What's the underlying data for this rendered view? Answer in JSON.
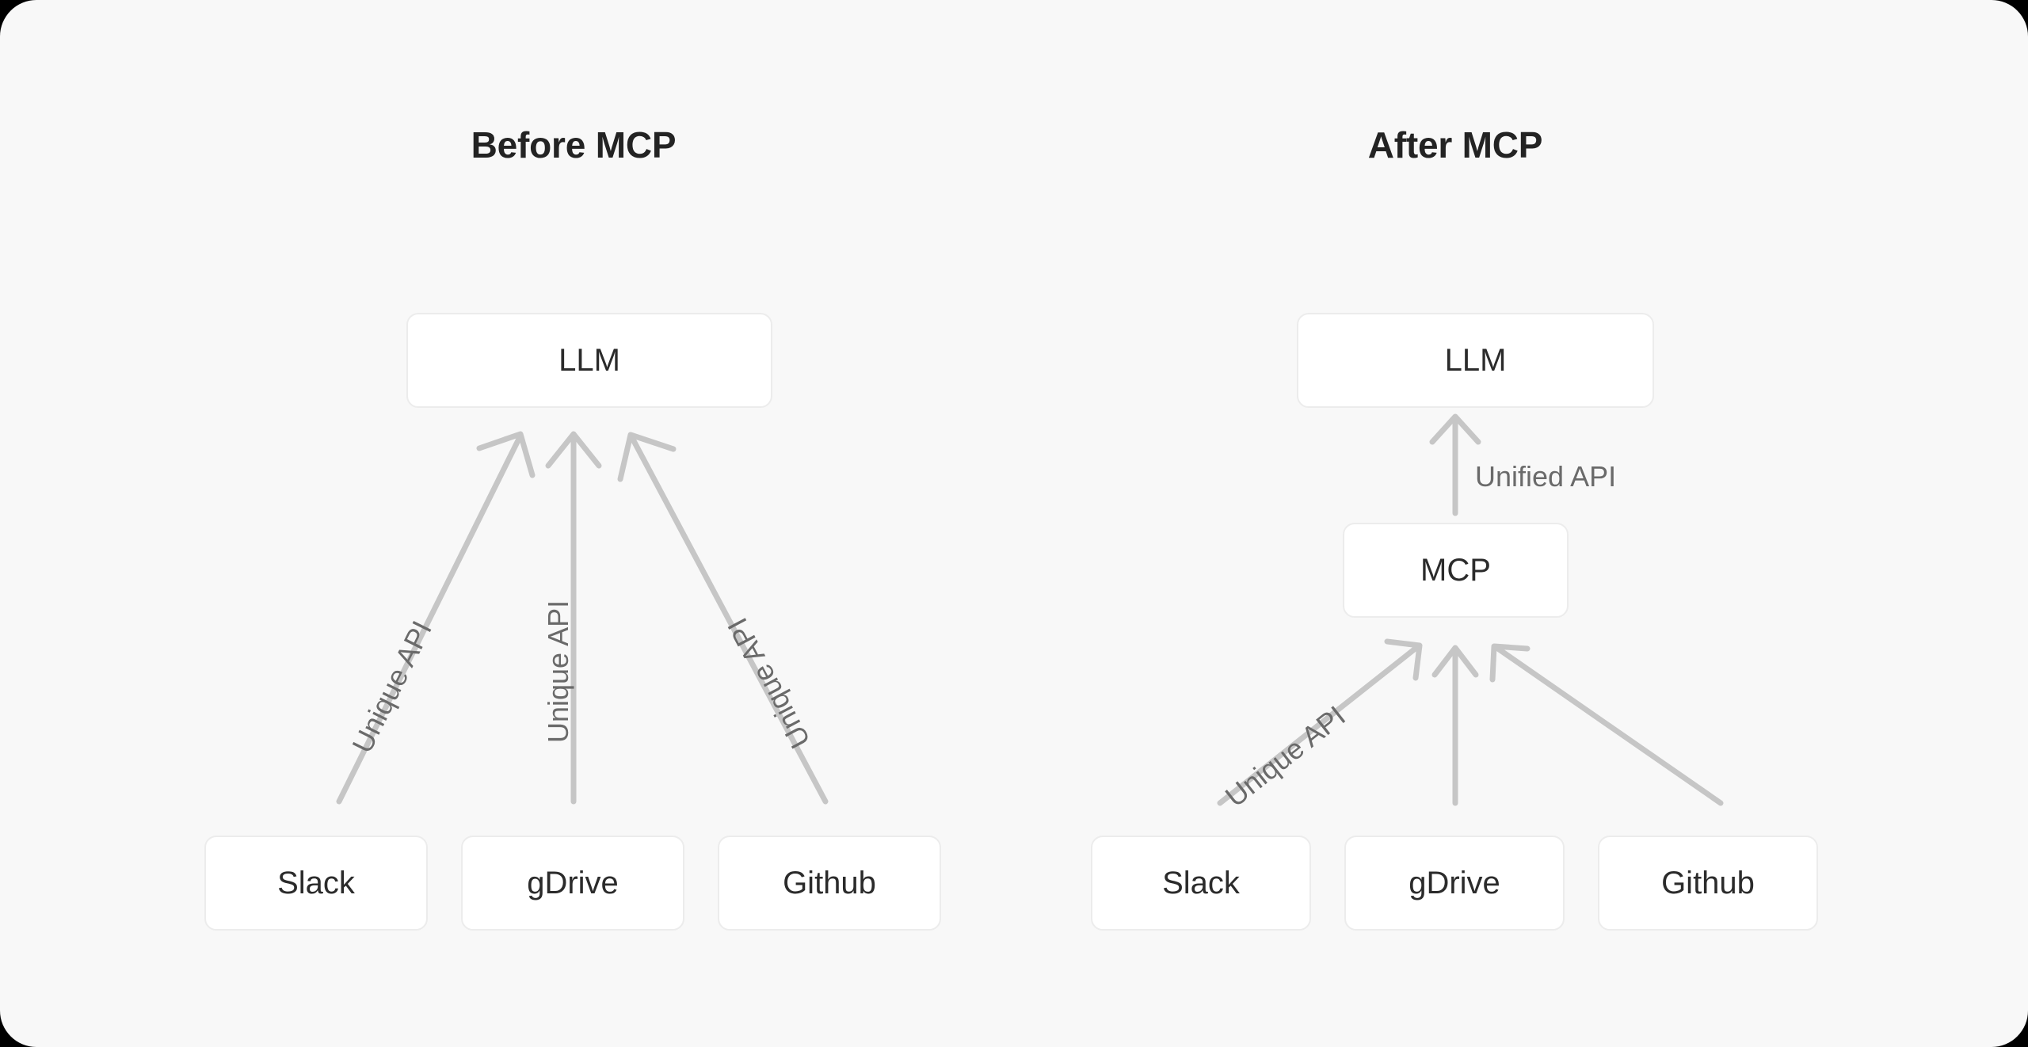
{
  "canvas": {
    "background_color": "#f8f8f8",
    "page_background_color": "#000000",
    "corner_radius": "46px"
  },
  "style": {
    "node_fill": "#ffffff",
    "node_border": "#ececec",
    "node_text_color": "#2b2b2b",
    "title_color": "#232323",
    "arrow_color": "#c6c6c6",
    "edge_label_color": "#6a6a6a"
  },
  "panels": [
    {
      "id": "before",
      "title": "Before MCP",
      "nodes": {
        "llm": "LLM",
        "sources": [
          "Slack",
          "gDrive",
          "Github"
        ]
      },
      "edges": [
        {
          "from": "Slack",
          "to": "LLM",
          "label": "Unique API"
        },
        {
          "from": "gDrive",
          "to": "LLM",
          "label": "Unique API"
        },
        {
          "from": "Github",
          "to": "LLM",
          "label": "Unique API"
        }
      ]
    },
    {
      "id": "after",
      "title": "After MCP",
      "nodes": {
        "llm": "LLM",
        "mcp": "MCP",
        "sources": [
          "Slack",
          "gDrive",
          "Github"
        ]
      },
      "edges": [
        {
          "from": "MCP",
          "to": "LLM",
          "label": "Unified API"
        },
        {
          "from": "Slack",
          "to": "MCP",
          "label": "Unique API"
        },
        {
          "from": "gDrive",
          "to": "MCP",
          "label": ""
        },
        {
          "from": "Github",
          "to": "MCP",
          "label": ""
        }
      ]
    }
  ],
  "labels": {
    "before_title": "Before MCP",
    "after_title": "After MCP",
    "llm_left": "LLM",
    "llm_right": "LLM",
    "mcp": "MCP",
    "slack_left": "Slack",
    "gdrive_left": "gDrive",
    "github_left": "Github",
    "slack_right": "Slack",
    "gdrive_right": "gDrive",
    "github_right": "Github",
    "unique_api_1": "Unique API",
    "unique_api_2": "Unique API",
    "unique_api_3": "Unique API",
    "unique_api_right": "Unique API",
    "unified_api": "Unified API"
  }
}
